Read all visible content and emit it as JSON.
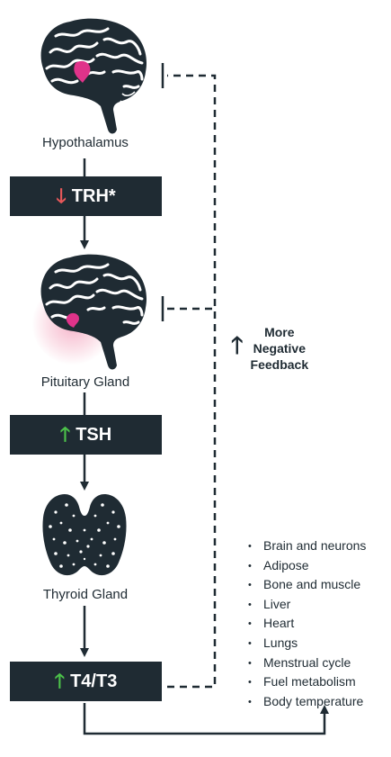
{
  "nodes": {
    "hypothalamus": "Hypothalamus",
    "pituitary": "Pituitary Gland",
    "thyroid": "Thyroid Gland"
  },
  "hormones": {
    "trh": {
      "label": "TRH*",
      "direction": "down",
      "arrow": "🡓",
      "color": "#e8585a"
    },
    "tsh": {
      "label": "TSH",
      "direction": "up",
      "arrow": "🡑",
      "color": "#4cc24a"
    },
    "t4t3": {
      "label": "T4/T3",
      "direction": "up",
      "arrow": "🡑",
      "color": "#4cc24a"
    }
  },
  "feedback": {
    "arrow": "🡑",
    "lines": [
      "More",
      "Negative",
      "Feedback"
    ]
  },
  "targets": [
    "Brain and neurons",
    "Adipose",
    "Bone and muscle",
    "Liver",
    "Heart",
    "Lungs",
    "Menstrual cycle",
    "Fuel metabolism",
    "Body temperature"
  ],
  "colors": {
    "dark": "#1f2b33",
    "hypothalamus_highlight": "#e0338a",
    "pituitary_glow": "#f08aa8"
  }
}
